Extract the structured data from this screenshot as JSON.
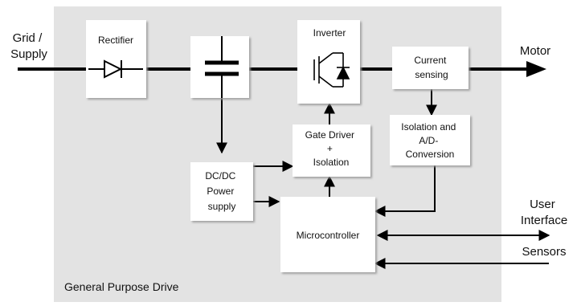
{
  "drive": {
    "label": "General Purpose Drive"
  },
  "blocks": {
    "rectifier": "Rectifier",
    "inverter": "Inverter",
    "current_sensing": [
      "Current",
      "sensing"
    ],
    "gate_driver": [
      "Gate Driver",
      "+",
      "Isolation"
    ],
    "isolation_ad": [
      "Isolation and",
      "A/D-",
      "Conversion"
    ],
    "dcdc": [
      "DC/DC",
      "Power",
      "supply"
    ],
    "microcontroller": "Microcontroller"
  },
  "external": {
    "grid": [
      "Grid /",
      "Supply"
    ],
    "motor": "Motor",
    "user_interface": [
      "User",
      "Interface"
    ],
    "sensors": "Sensors"
  },
  "colors": {
    "drive_background": "#e3e3e3",
    "block_fill": "#ffffff",
    "line": "#000000"
  }
}
